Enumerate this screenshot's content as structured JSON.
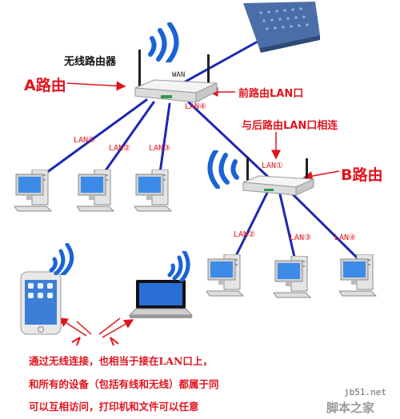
{
  "colors": {
    "cable": "#1f27b3",
    "accent_red": "#e0141e",
    "signal_blue": "#1a63d6",
    "modem": "#4b6ea8"
  },
  "labels": {
    "router_name": "无线路由器",
    "wan": "WAN",
    "router_a": "A路由",
    "router_b": "B路由",
    "front_lan": "前路由LAN口",
    "connect_back": "与后路由LAN口相连"
  },
  "ports_a": [
    "LAN①",
    "LAN②",
    "LAN③",
    "LAN④"
  ],
  "ports_b": [
    "LAN①",
    "LAN②",
    "LAN③",
    "LAN④"
  ],
  "note": [
    "通过无线连接，也相当于接在LAN口上，",
    "和所有的设备（包括有线和无线）都属于同",
    "可以互相访问，打印机和文件可以任意"
  ],
  "watermark": {
    "site": "jb51.net",
    "brand": "脚本之家"
  },
  "icons": [
    "modem-icon",
    "router-icon",
    "desktop-pc-icon",
    "smartphone-icon",
    "laptop-icon",
    "wifi-signal-icon",
    "arrow-icon"
  ]
}
